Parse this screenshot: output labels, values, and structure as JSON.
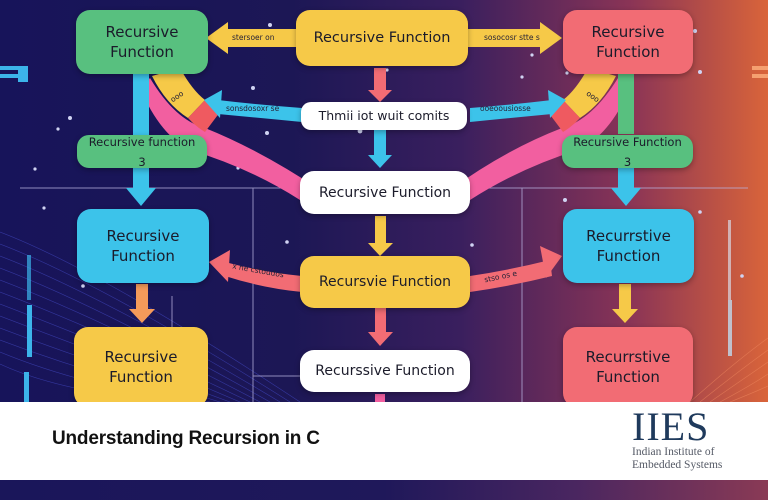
{
  "diagram": {
    "title": "Understanding Recursion in C",
    "nodes": {
      "top_left": "Recursive Function",
      "top_center": "Recursive Function",
      "top_right": "Recursive Function",
      "mid_left_small": "Recursive function 3",
      "mid_right_small": "Recursive Function 3",
      "center_note": "Thmii iot wuit comits",
      "center_upper": "Recursive Function",
      "left_blue": "Recursive Function",
      "center_yellow": "Recursvie Function",
      "right_blue": "Recurrstive Function",
      "left_yellow": "Recursive Function",
      "center_lower": "Recurssive Function",
      "right_red": "Recurrstive Function"
    },
    "arrow_labels": {
      "top_left_arrow": "stersoer on",
      "top_right_arrow": "sosocosr stte s",
      "left_blue_arrow": "sonsdosoxr se",
      "right_blue_arrow": "ooeoousiosse",
      "left_curve_yellow": "ooo",
      "right_curve_yellow": "ooo",
      "center_left_arrow": "x ne cstoudos",
      "center_right_arrow": "stso os  e"
    },
    "colors": {
      "green": "#58c07f",
      "yellow": "#f6c948",
      "red": "#f26c74",
      "blue": "#3cc3ea",
      "pink": "#f25fa0",
      "white": "#ffffff",
      "navy": "#17145a",
      "orange": "#d9643a"
    }
  },
  "footer": {
    "title": "Understanding Recursion in C",
    "logo_mark": "IIES",
    "logo_line1": "Indian Institute of",
    "logo_line2": "Embedded Systems"
  }
}
